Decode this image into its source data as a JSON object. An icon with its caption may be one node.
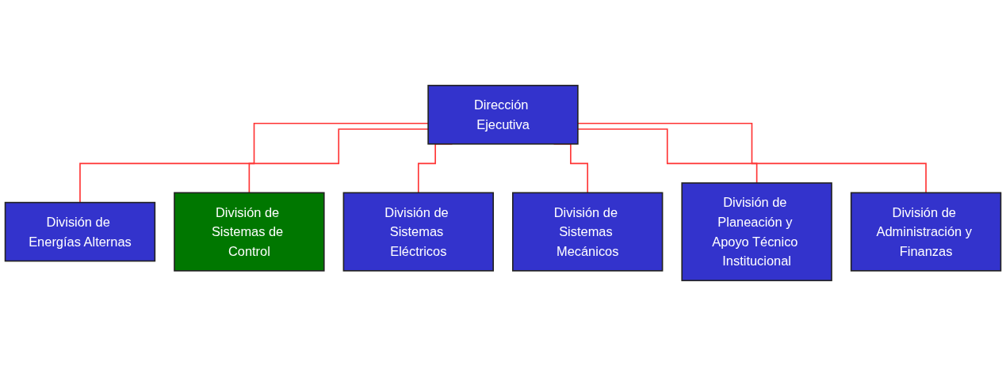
{
  "diagram": {
    "nodes": [
      {
        "text": [
          "Dirección Ejecutiva"
        ]
      },
      {
        "text": [
          "División de Energías Alternas"
        ]
      },
      {
        "text": [
          "División de Sistemas de Control"
        ]
      },
      {
        "text": [
          "División de Sistemas Eléctricos"
        ]
      },
      {
        "text": [
          "División de Sistemas Mecánicos"
        ]
      },
      {
        "text": [
          "División de Planeación y Apoyo Técnico Institucional"
        ]
      },
      {
        "text": [
          "División de Administración y Finanzas"
        ]
      }
    ],
    "edges": [
      {
        "from": 0,
        "to": 1,
        "arrow": "none"
      },
      {
        "from": 0,
        "to": 2,
        "arrow": "none"
      },
      {
        "from": 0,
        "to": 3,
        "arrow": "none"
      },
      {
        "from": 0,
        "to": 4,
        "arrow": "none"
      },
      {
        "from": 0,
        "to": 5,
        "arrow": "none"
      },
      {
        "from": 0,
        "to": 6,
        "arrow": "none"
      }
    ]
  }
}
